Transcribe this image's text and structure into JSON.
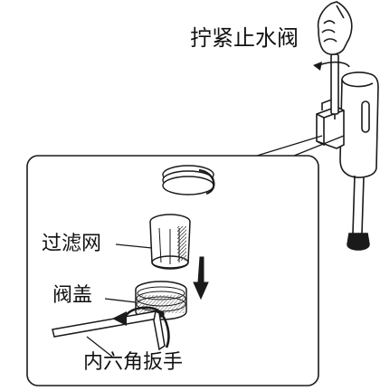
{
  "labels": {
    "top_instruction": "拧紧止水阀",
    "filter": "过滤网",
    "valve_cap": "阀盖",
    "hex_wrench": "内六角扳手"
  },
  "colors": {
    "line": "#1a1a1a",
    "arrow_fill": "#1a1a1a",
    "background": "#ffffff"
  },
  "icons": {
    "hand": "hand-holding-screwdriver-icon",
    "rotation": "rotation-arrow-icon",
    "down_arrow": "down-arrow-icon"
  }
}
